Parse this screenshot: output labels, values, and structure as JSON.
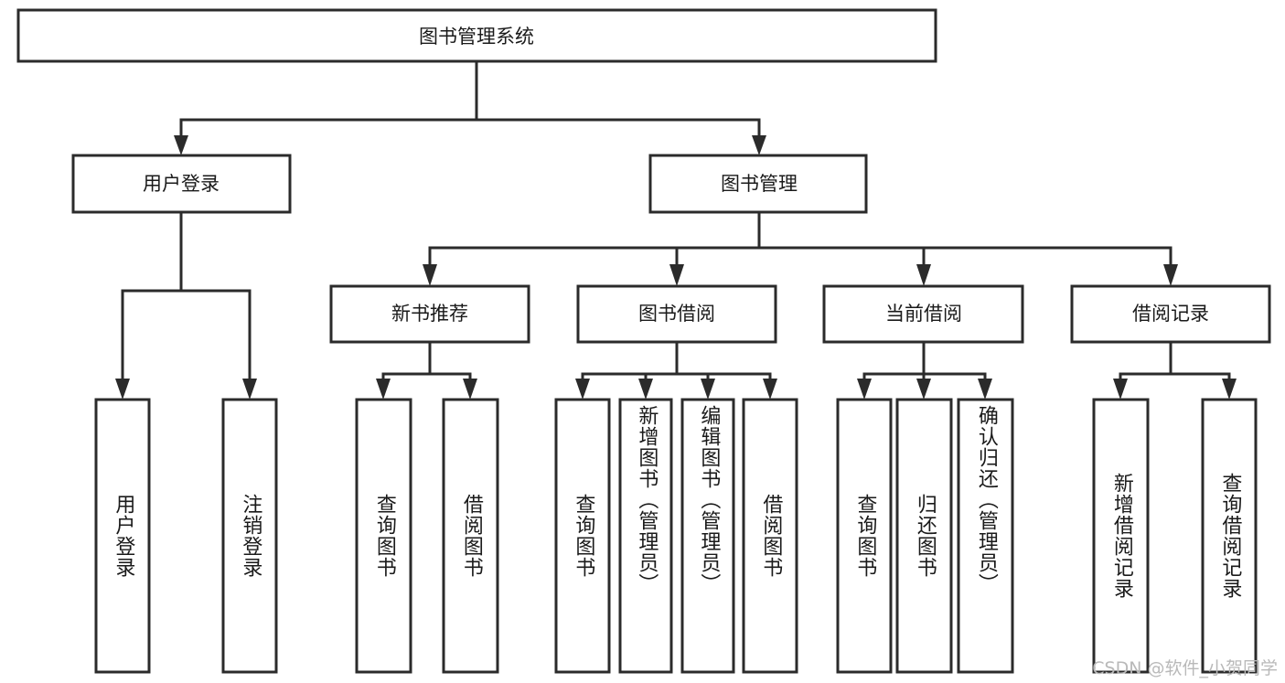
{
  "diagram": {
    "title": "图书管理系统",
    "type": "hierarchy-tree",
    "watermark": "CSDN @软件_小贺同学",
    "colors": {
      "box_stroke": "#2b2b2b",
      "box_fill": "#ffffff",
      "text": "#1a1a1a",
      "background": "#ffffff",
      "watermark": "#b9b9b9"
    },
    "root": {
      "label": "图书管理系统"
    },
    "level1": [
      {
        "label": "用户登录"
      },
      {
        "label": "图书管理"
      }
    ],
    "level2": [
      {
        "label": "新书推荐"
      },
      {
        "label": "图书借阅"
      },
      {
        "label": "当前借阅"
      },
      {
        "label": "借阅记录"
      }
    ],
    "leaves": {
      "user_login": [
        {
          "label": "用户登录"
        },
        {
          "label": "注销登录"
        }
      ],
      "new_book_recommend": [
        {
          "label": "查询图书"
        },
        {
          "label": "借阅图书"
        }
      ],
      "book_borrow": [
        {
          "label": "查询图书"
        },
        {
          "label": "新增图书（管理员）"
        },
        {
          "label": "编辑图书（管理员）"
        },
        {
          "label": "借阅图书"
        }
      ],
      "current_borrow": [
        {
          "label": "查询图书"
        },
        {
          "label": "归还图书"
        },
        {
          "label": "确认归还（管理员）"
        }
      ],
      "borrow_record": [
        {
          "label": "新增借阅记录"
        },
        {
          "label": "查询借阅记录"
        }
      ]
    }
  }
}
